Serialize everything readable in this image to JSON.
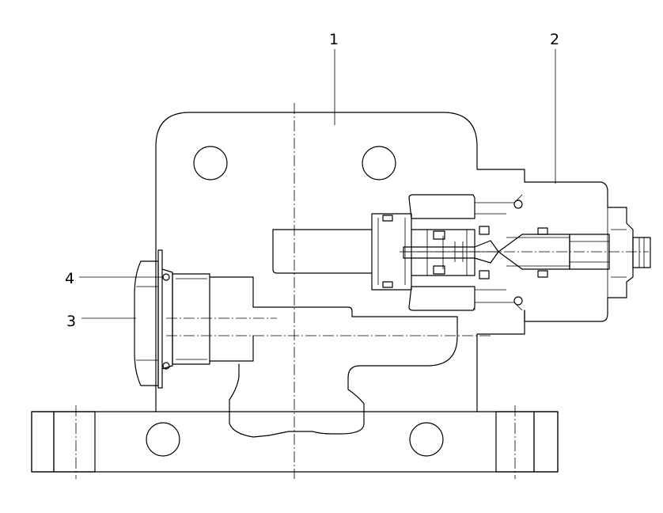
{
  "labels": {
    "part1": "1",
    "part2": "2",
    "part3": "3",
    "part4": "4"
  },
  "colors": {
    "ink": "#000000",
    "paper": "#ffffff"
  }
}
